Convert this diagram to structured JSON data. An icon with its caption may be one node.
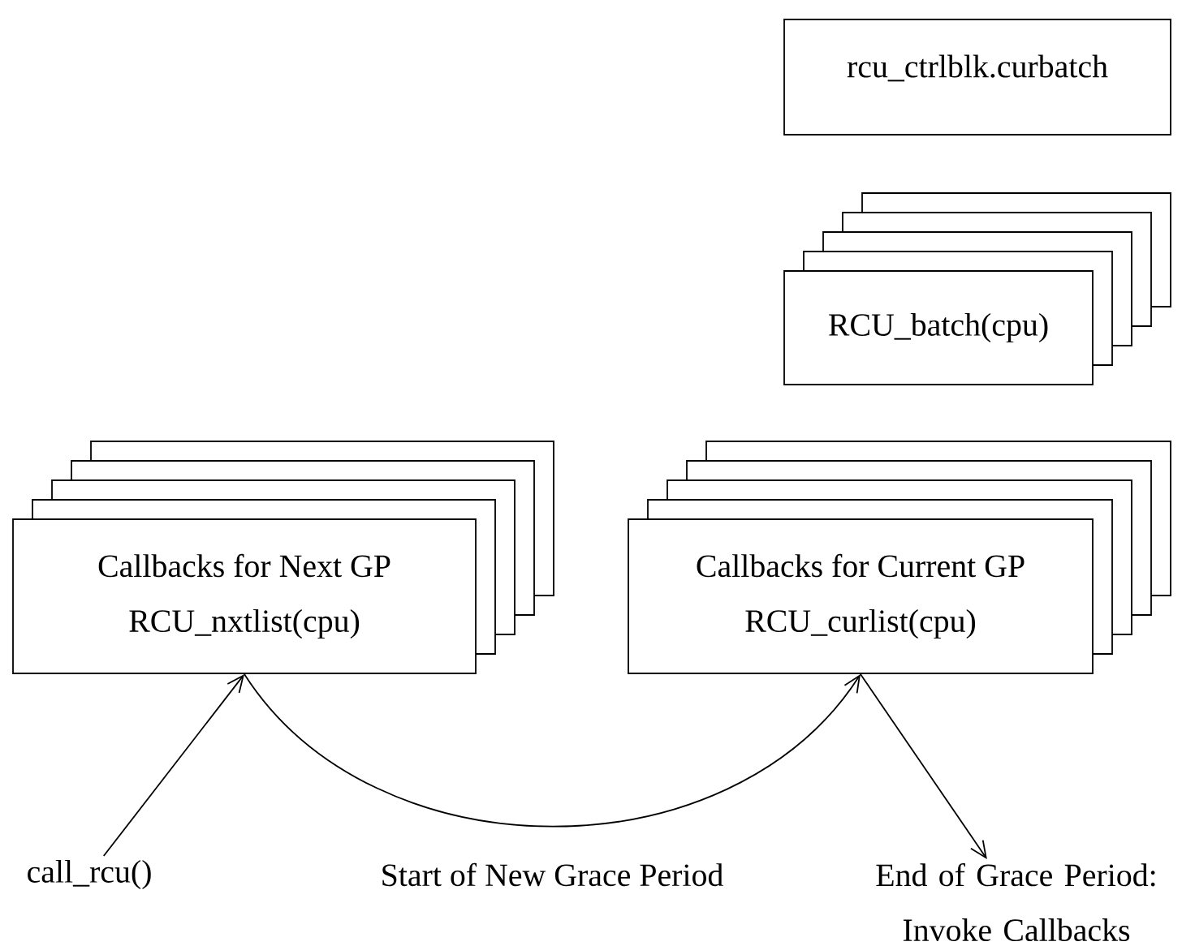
{
  "diagram": {
    "nodes": [
      {
        "text": [
          "rcu_ctrlblk.curbatch"
        ]
      },
      {
        "text": [
          "RCU_batch(cpu)"
        ]
      },
      {
        "text": [
          "Callbacks for Next GP",
          "RCU_nxtlist(cpu)"
        ]
      },
      {
        "text": [
          "Callbacks for Current GP",
          "RCU_curlist(cpu)"
        ]
      },
      {
        "text": [
          "call_rcu()"
        ]
      },
      {
        "text": [
          "End of Grace Period: Invoke Callbacks"
        ]
      }
    ],
    "edges": [
      {
        "from": 4,
        "to": 2,
        "arrow": "to"
      },
      {
        "from": 2,
        "to": 3,
        "arrow": "to"
      },
      {
        "from": 3,
        "to": 5,
        "arrow": "to"
      }
    ],
    "labels": [
      "Start of New Grace Period"
    ]
  }
}
